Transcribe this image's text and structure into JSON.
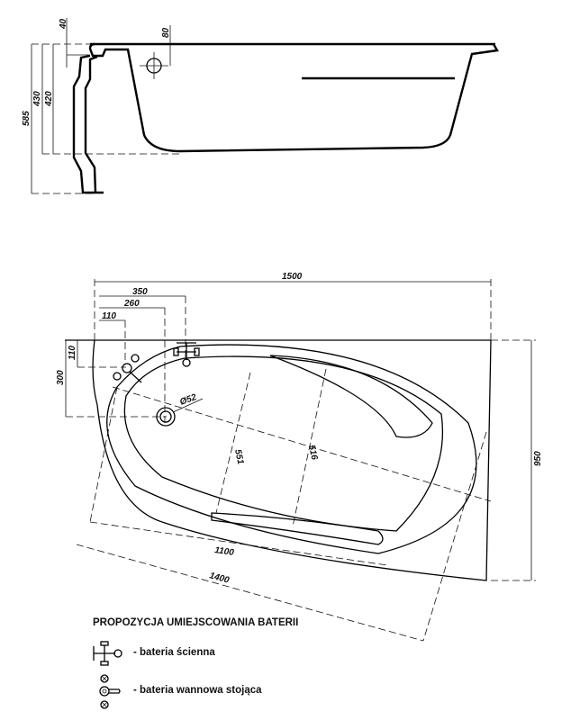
{
  "side_view": {
    "dimensions": {
      "rim": "40",
      "overflow": "80",
      "h430": "430",
      "h420": "420",
      "h585": "585"
    }
  },
  "plan_view": {
    "dimensions": {
      "width": "1500",
      "d350": "350",
      "d260": "260",
      "d110_x": "110",
      "d110_y": "110",
      "d300": "300",
      "drain": "Ø52",
      "d551": "551",
      "d516": "516",
      "depth": "950",
      "d1100": "1100",
      "d1400": "1400"
    }
  },
  "legend": {
    "title": "PROPOZYCJA UMIEJSCOWANIA BATERII",
    "items": [
      {
        "icon": "wall-faucet-icon",
        "label": "- bateria  ścienna"
      },
      {
        "icon": "standing-faucet-icon",
        "label": "- bateria wannowa  stojąca"
      }
    ]
  }
}
